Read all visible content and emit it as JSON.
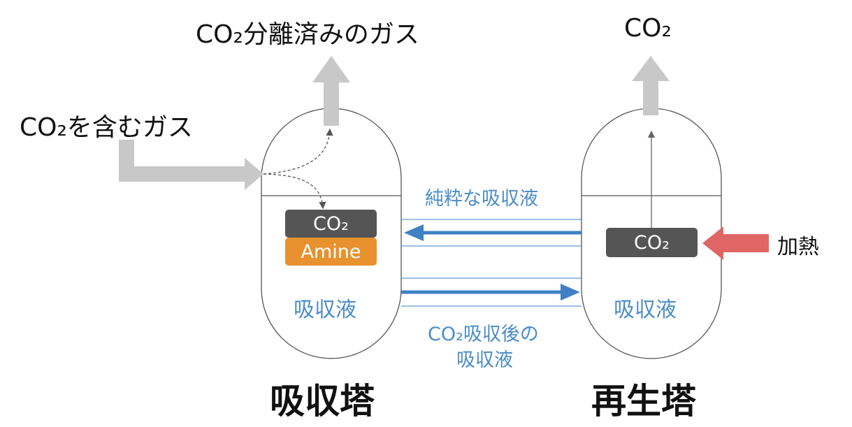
{
  "labels": {
    "separated_gas": "CO₂分離済みのガス",
    "co2_out": "CO₂",
    "input_gas": "CO₂を含むガス",
    "heat": "加熱",
    "pure_solution": "純粋な吸収液",
    "after_absorb": "CO₂吸収後の",
    "after_absorb_2": "吸収液"
  },
  "absorber": {
    "name": "吸収塔",
    "liquid": "吸収液",
    "co2_chip": "CO₂",
    "amine_chip": "Amine"
  },
  "regenerator": {
    "name": "再生塔",
    "liquid": "吸収液",
    "co2_chip": "CO₂"
  },
  "colors": {
    "gray_arrow": "#C8C8C8",
    "blue_arrow": "#3F80C4",
    "heat_arrow": "#E06666",
    "chip_dark": "#555555",
    "chip_amine": "#E8912F",
    "text_blue": "#4A8CC8"
  }
}
